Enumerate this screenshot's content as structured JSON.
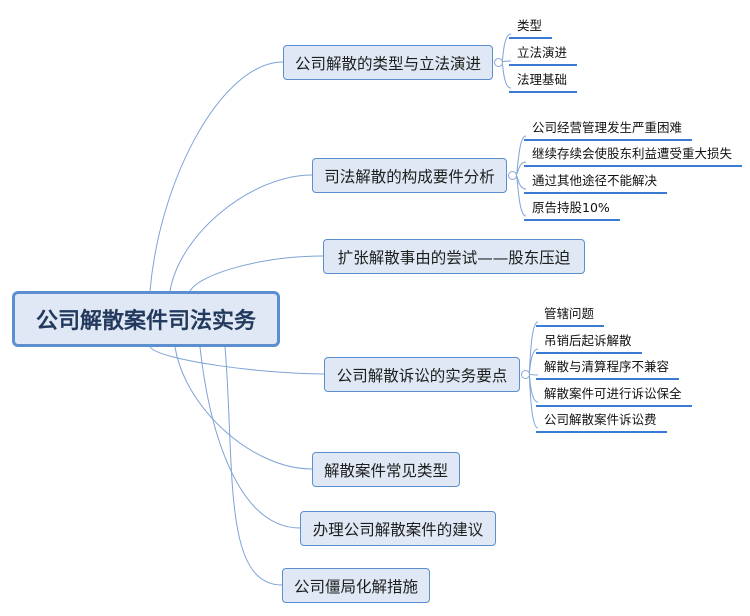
{
  "root": {
    "label": "公司解散案件司法实务"
  },
  "topics": [
    {
      "label": "公司解散的类型与立法演进",
      "children": [
        "类型",
        "立法演进",
        "法理基础"
      ]
    },
    {
      "label": "司法解散的构成要件分析",
      "children": [
        "公司经营管理发生严重困难",
        "继续存续会使股东利益遭受重大损失",
        "通过其他途径不能解决",
        "原告持股10%"
      ]
    },
    {
      "label": "扩张解散事由的尝试——股东压迫",
      "children": []
    },
    {
      "label": "公司解散诉讼的实务要点",
      "children": [
        "管辖问题",
        "吊销后起诉解散",
        "解散与清算程序不兼容",
        "解散案件可进行诉讼保全",
        "公司解散案件诉讼费"
      ]
    },
    {
      "label": "解散案件常见类型",
      "children": []
    },
    {
      "label": "办理公司解散案件的建议",
      "children": []
    },
    {
      "label": "公司僵局化解措施",
      "children": []
    }
  ],
  "colors": {
    "line": "#7ea3d6",
    "border": "#5b8fd0",
    "fill": "#dfe8f4",
    "underline": "#3a7bd5"
  }
}
